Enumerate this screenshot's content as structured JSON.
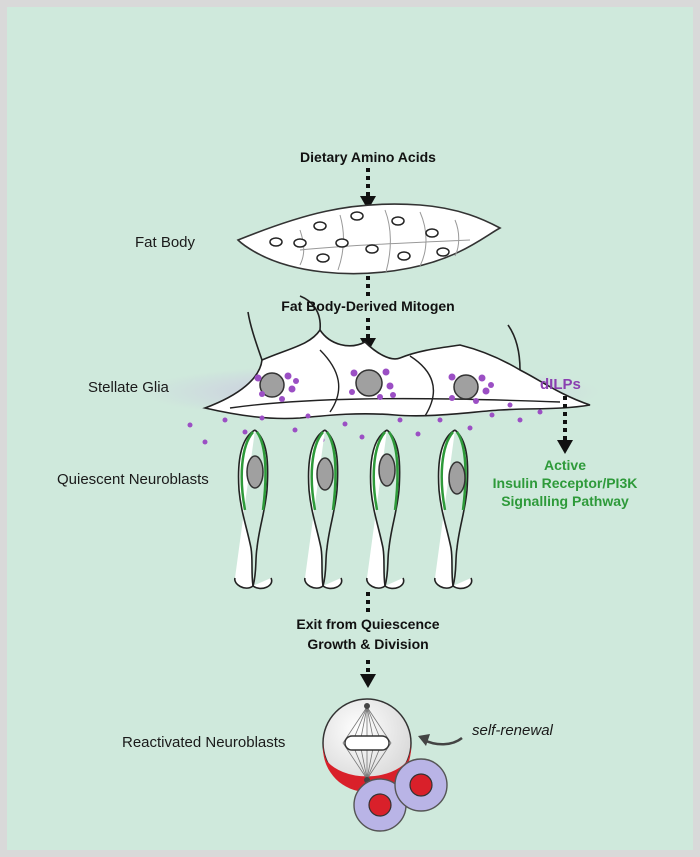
{
  "inputs": {
    "dietary_amino_acids": "Dietary Amino Acids",
    "fat_body_mitogen": "Fat Body-Derived Mitogen",
    "dilps": "dILPs"
  },
  "tissues": {
    "fat_body": "Fat Body",
    "stellate_glia": "Stellate Glia",
    "quiescent_neuroblasts": "Quiescent Neuroblasts",
    "reactivated_neuroblasts": "Reactivated Neuroblasts"
  },
  "pathway": {
    "line1": "Active",
    "line2": "Insulin Receptor/PI3K",
    "line3": "Signalling Pathway"
  },
  "outcome": {
    "line1": "Exit from Quiescence",
    "line2": "Growth & Division"
  },
  "self_renewal": "self-renewal",
  "colors": {
    "background": "#cfe9dc",
    "dilp_purple": "#9b4fc4",
    "pathway_green": "#2e9a3a",
    "nucleus_red": "#d9202a",
    "daughter_lavender": "#b9b4e6"
  }
}
